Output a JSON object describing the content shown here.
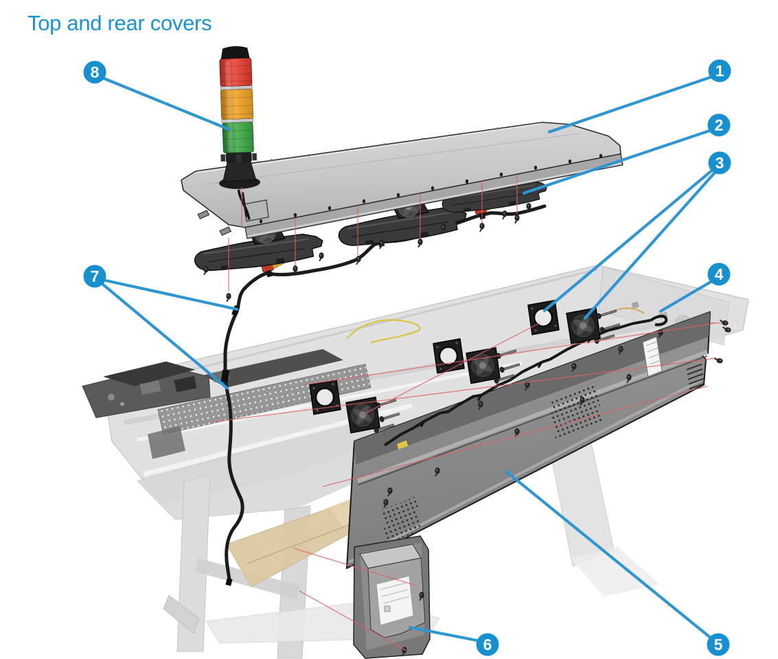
{
  "page": {
    "title": "Top and rear covers"
  },
  "figure": {
    "callouts": [
      {
        "number": "1"
      },
      {
        "number": "2"
      },
      {
        "number": "3"
      },
      {
        "number": "4"
      },
      {
        "number": "5"
      },
      {
        "number": "6"
      },
      {
        "number": "7"
      },
      {
        "number": "8"
      }
    ]
  },
  "colors": {
    "title_blue": "#1794d2",
    "callout_blue": "#1790d0",
    "leader_blue": "#2e96d2",
    "beacon_red": "#d93a2e",
    "beacon_amber": "#eda32a",
    "beacon_green": "#44a948",
    "top_cover_gray": "#c4c4c4",
    "rear_cover_gray": "#8a8a8a",
    "alignment_line_red": "#e06060",
    "chassis_faded_gray": "#e1e1e1",
    "media_basket_tan": "#dcc9a4",
    "cable_black": "#1c1c1c"
  }
}
